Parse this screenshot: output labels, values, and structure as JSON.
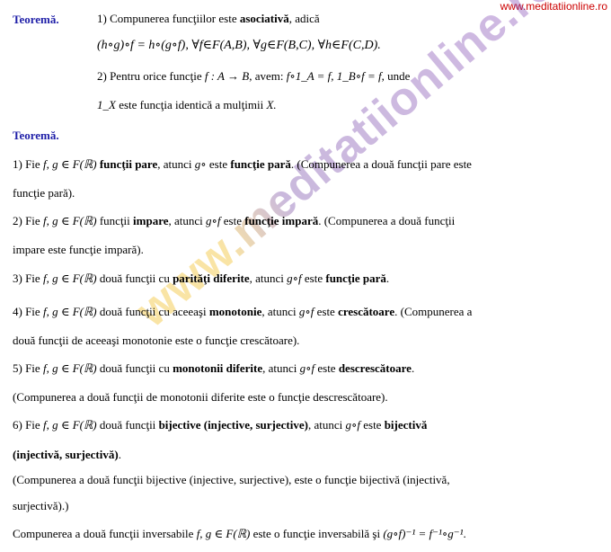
{
  "site": {
    "url": "www.meditatiionline.ro"
  },
  "watermark": {
    "text": "www.meditatiionline.ro"
  },
  "theorem1": {
    "heading": "Teoremă.",
    "item1_prefix": "1) Compunerea funcţiilor este",
    "item1_bold": "asociativă",
    "item1_suffix": ", adică",
    "formula1": "(h∘g)∘f = h∘(g∘f), ∀f∈F(A,B), ∀g∈F(B,C), ∀h∈F(C,D).",
    "item2_prefix": "2) Pentru orice funcţie",
    "item2_func": "f : A → B",
    "item2_mid": ", avem:",
    "item2_formula": "f∘1_A = f, 1_B∘f = f",
    "item2_suffix": ", unde",
    "item2_line2_sym": "1_X",
    "item2_line2_text": "este funcţia identică a mulţimii",
    "item2_line2_var": "X."
  },
  "theorem2": {
    "heading": "Teoremă.",
    "p1": {
      "a": "1) Fie",
      "m1": "f, g ∈ F(ℝ)",
      "b": "funcţii pare",
      "c": ", atunci",
      "m2": "g∘",
      "d": "este",
      "e": "funcţie pară",
      "f": ". (Compunerea a două funcţii pare este",
      "line2": "funcţie pară)."
    },
    "p2": {
      "a": "2) Fie",
      "m1": "f, g ∈ F(ℝ)",
      "b": "funcţii",
      "c": "impare",
      "d": ", atunci",
      "m2": "g∘f",
      "e": "este",
      "f": "funcţie impară",
      "g": ". (Compunerea a două funcţii",
      "line2": "impare este funcţie impară)."
    },
    "p3": {
      "a": "3) Fie",
      "m1": "f, g ∈ F(ℝ)",
      "b": "două funcţii cu",
      "c": "parităţi diferite",
      "d": ", atunci",
      "m2": "g∘f",
      "e": "este",
      "f": "funcţie pară",
      "g": "."
    },
    "p4": {
      "a": "4) Fie",
      "m1": "f, g ∈ F(ℝ)",
      "b": "două funcţii cu aceeaşi",
      "c": "monotonie",
      "d": ", atunci",
      "m2": "g∘f",
      "e": "este",
      "f": "crescătoare",
      "g": ". (Compunerea a",
      "line2": "două funcţii de aceeaşi monotonie este o funcţie crescătoare)."
    },
    "p5": {
      "a": "5) Fie",
      "m1": "f, g ∈ F(ℝ)",
      "b": "două funcţii cu",
      "c": "monotonii diferite",
      "d": ", atunci",
      "m2": "g∘f",
      "e": "este",
      "f": "descrescătoare",
      "g": ".",
      "line2": "(Compunerea a două funcţii de monotonii diferite este o funcţie descrescătoare)."
    },
    "p6": {
      "a": "6) Fie",
      "m1": "f, g ∈ F(ℝ)",
      "b": "două funcţii",
      "c": "bijective (injective, surjective)",
      "d": ", atunci",
      "m2": "g∘f",
      "e": "este",
      "f": "bijectivă",
      "line2": "(injectivă, surjectivă)",
      "line2_end": "."
    },
    "note": {
      "line1": "(Compunerea a două funcţii bijective (injective, surjective), este o funcţie bijectivă (injectivă,",
      "line2": "surjectivă).)"
    },
    "last": {
      "a": "Compunerea a două funcţii inversabile",
      "m1": "f, g ∈ F(ℝ)",
      "b": "este o funcţie inversabilă şi",
      "m2": "(g∘f)⁻¹ = f⁻¹∘g⁻¹",
      "c": "."
    }
  }
}
